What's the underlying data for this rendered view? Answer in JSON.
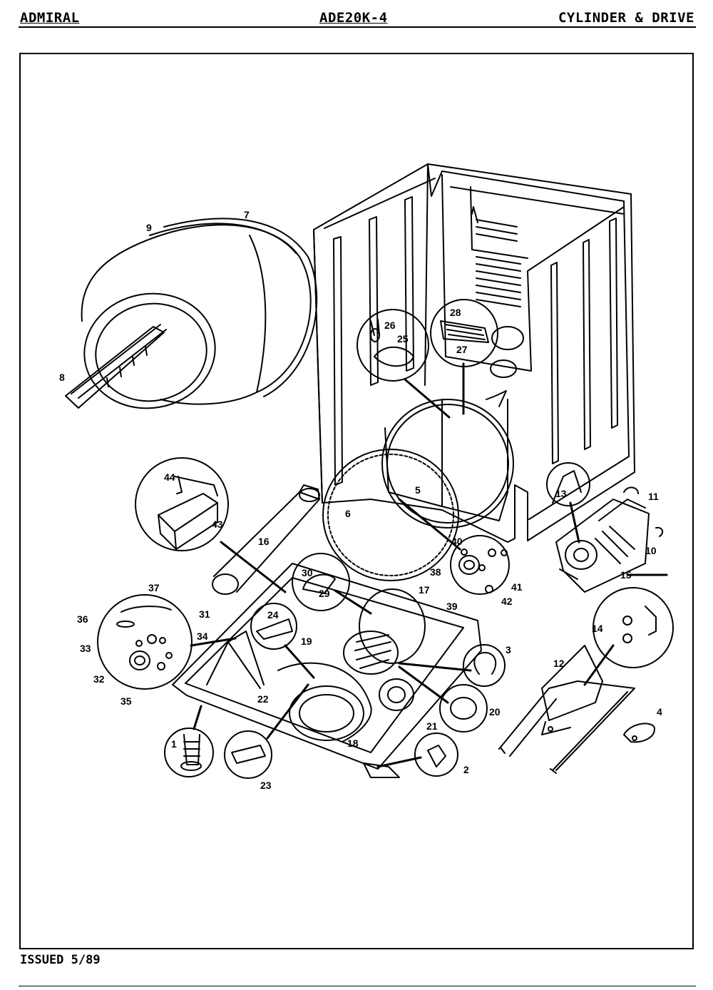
{
  "header": {
    "brand": "ADMIRAL",
    "model": "ADE20K-4",
    "section": "CYLINDER & DRIVE"
  },
  "footer": {
    "issued": "ISSUED 5/89"
  },
  "callouts": {
    "c1": "1",
    "c2": "2",
    "c3": "3",
    "c4": "4",
    "c5": "5",
    "c6": "6",
    "c7": "7",
    "c8": "8",
    "c9": "9",
    "c10": "10",
    "c11": "11",
    "c12": "12",
    "c13": "13",
    "c14": "14",
    "c15": "15",
    "c16": "16",
    "c17": "17",
    "c18": "18",
    "c19": "19",
    "c20": "20",
    "c21": "21",
    "c22": "22",
    "c23": "23",
    "c24": "24",
    "c25": "25",
    "c26": "26",
    "c27": "27",
    "c28": "28",
    "c29": "29",
    "c30": "30",
    "c31": "31",
    "c32": "32",
    "c33": "33",
    "c34": "34",
    "c35": "35",
    "c36": "36",
    "c37": "37",
    "c38": "38",
    "c39": "39",
    "c40": "40",
    "c41": "41",
    "c42": "42",
    "c43": "43",
    "c44": "44"
  }
}
